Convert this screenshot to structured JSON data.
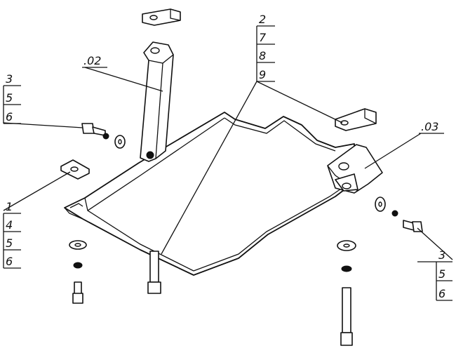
{
  "callouts": {
    "left_top": [
      "3",
      "5",
      "6"
    ],
    "left_bottom": [
      "1",
      "4",
      "5",
      "6"
    ],
    "center_top": [
      "2",
      "7",
      "8",
      "9"
    ],
    "right_bottom": [
      "3",
      "5",
      "6"
    ]
  },
  "part_labels": {
    "bracket_02": ".02",
    "bracket_03": ".03"
  }
}
